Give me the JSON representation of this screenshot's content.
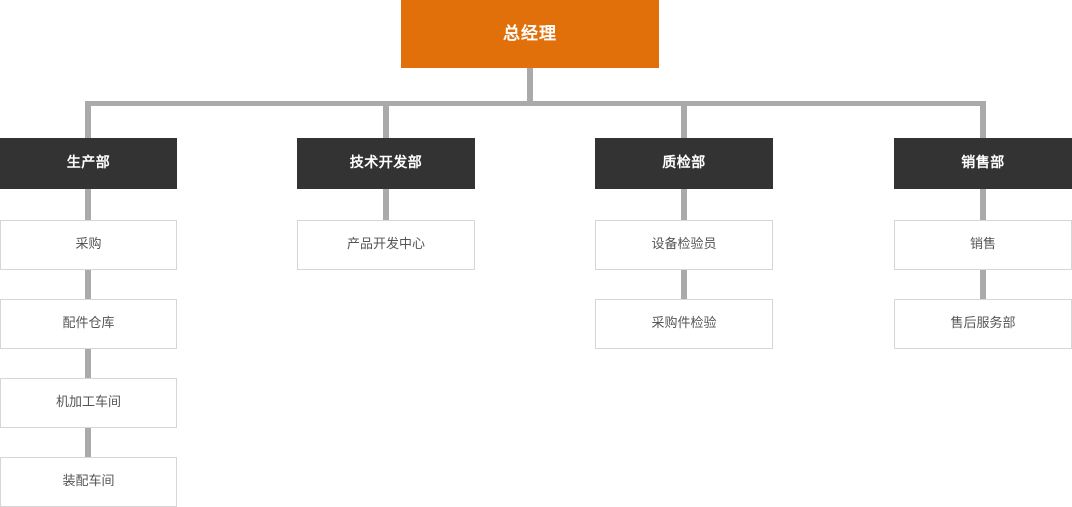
{
  "chart": {
    "type": "org-chart",
    "title": "总经理",
    "root": {
      "label": "总经理",
      "color": "#e2700a",
      "text_color": "#ffffff"
    },
    "departments": [
      {
        "label": "生产部",
        "color": "#333333",
        "text_color": "#ffffff",
        "children": [
          {
            "label": "采购"
          },
          {
            "label": "配件仓库"
          },
          {
            "label": "机加工车间"
          },
          {
            "label": "装配车间"
          }
        ]
      },
      {
        "label": "技术开发部",
        "color": "#333333",
        "text_color": "#ffffff",
        "children": [
          {
            "label": "产品开发中心"
          }
        ]
      },
      {
        "label": "质检部",
        "color": "#333333",
        "text_color": "#ffffff",
        "children": [
          {
            "label": "设备检验员"
          },
          {
            "label": "采购件检验"
          }
        ]
      },
      {
        "label": "销售部",
        "color": "#333333",
        "text_color": "#ffffff",
        "children": [
          {
            "label": "销售"
          },
          {
            "label": "售后服务部"
          }
        ]
      }
    ],
    "connector_color": "#aaaaaa",
    "leaf_border_color": "#d6d6d6",
    "leaf_text_color": "#555555",
    "background": "#ffffff"
  }
}
